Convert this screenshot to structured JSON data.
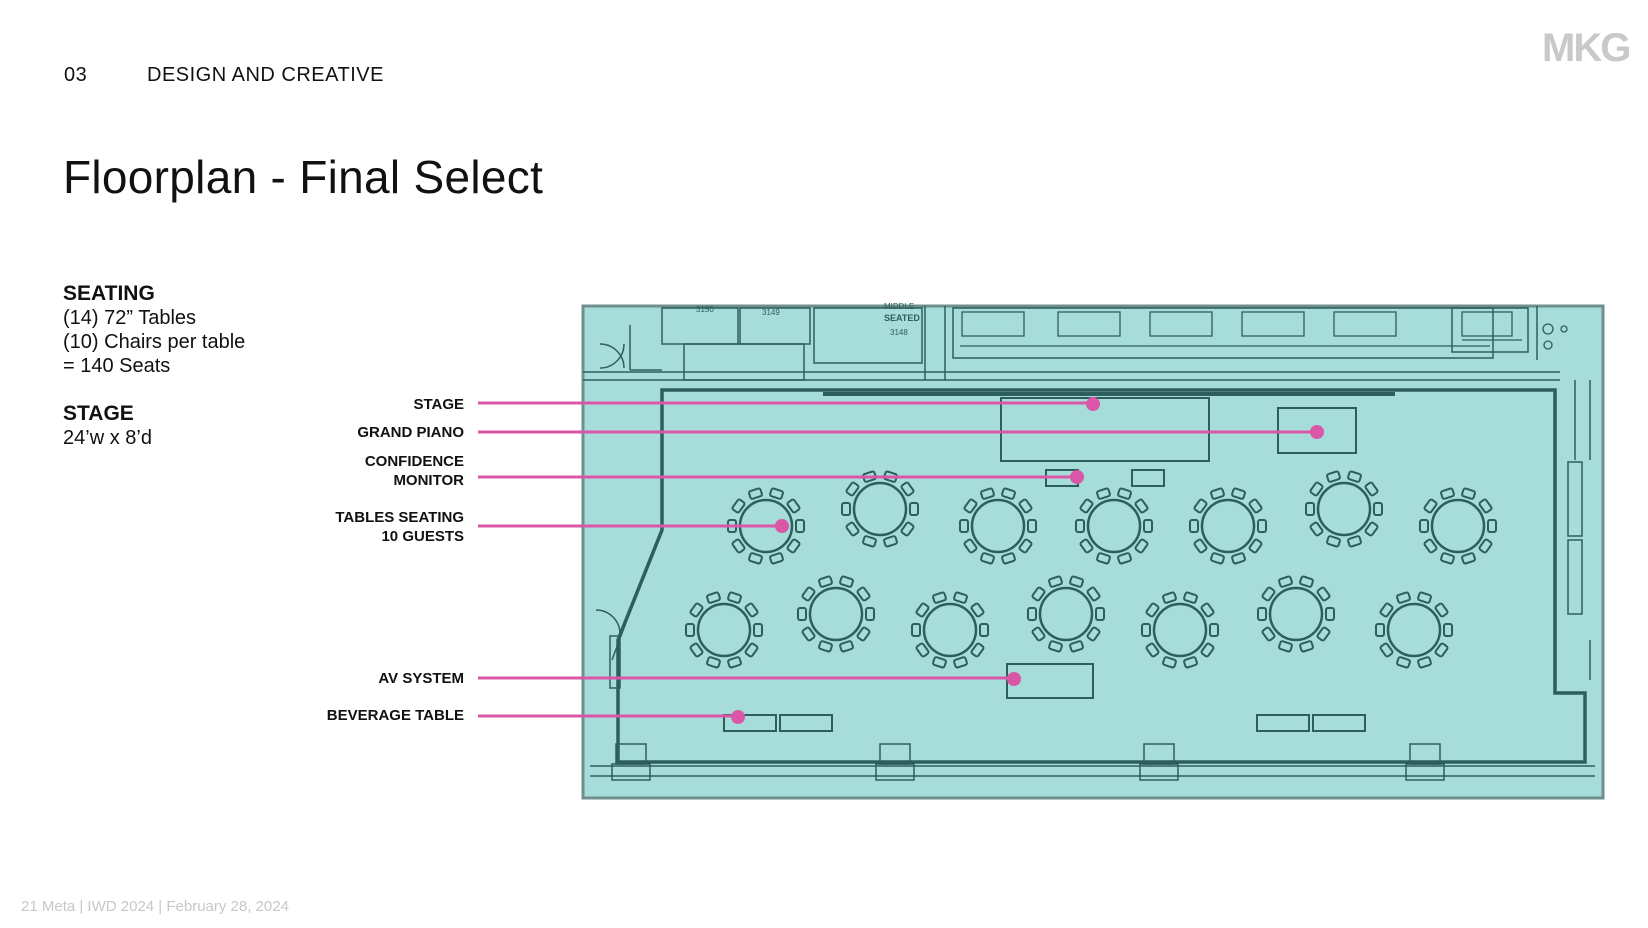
{
  "header": {
    "section_number": "03",
    "section_title": "DESIGN AND CREATIVE",
    "logo_text": "MKG"
  },
  "title": "Floorplan - Final Select",
  "specs": {
    "seating": {
      "heading": "SEATING",
      "lines": [
        "(14) 72” Tables",
        "(10) Chairs per table",
        "=  140 Seats"
      ]
    },
    "stage": {
      "heading": "STAGE",
      "lines": [
        "24’w x 8’d"
      ]
    }
  },
  "callouts": [
    {
      "lines": [
        "STAGE"
      ]
    },
    {
      "lines": [
        "GRAND PIANO"
      ]
    },
    {
      "lines": [
        "CONFIDENCE",
        "MONITOR"
      ]
    },
    {
      "lines": [
        "TABLES SEATING",
        "10 GUESTS"
      ]
    },
    {
      "lines": [
        "AV SYSTEM"
      ]
    },
    {
      "lines": [
        "BEVERAGE TABLE"
      ]
    }
  ],
  "floorplan": {
    "room_labels": [
      "3150",
      "3149",
      "MIDDLE",
      "SEATED",
      "3148"
    ],
    "colors": {
      "room_fill": "#a6dcd9",
      "line": "#2e5e5c",
      "accent": "#d957a6"
    }
  },
  "footer": "21  Meta | IWD 2024 | February 28, 2024"
}
